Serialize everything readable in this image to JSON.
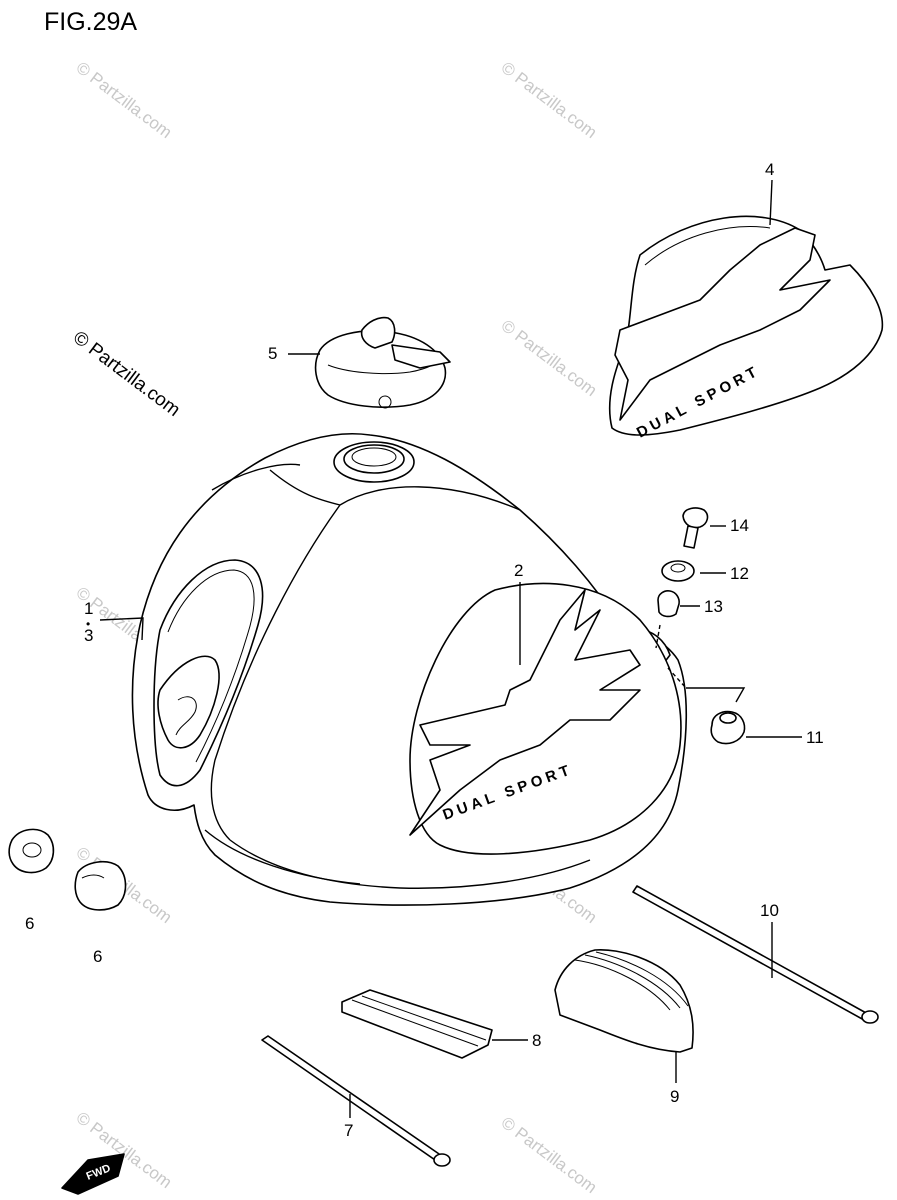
{
  "figure_title": "FIG.29A",
  "watermark_text": "© Partzilla.com",
  "decal_text": "DUAL SPORT",
  "fwd_label": "FWD",
  "callouts": [
    "1",
    "3",
    "2",
    "4",
    "5",
    "6",
    "6",
    "7",
    "8",
    "9",
    "10",
    "11",
    "12",
    "13",
    "14"
  ]
}
